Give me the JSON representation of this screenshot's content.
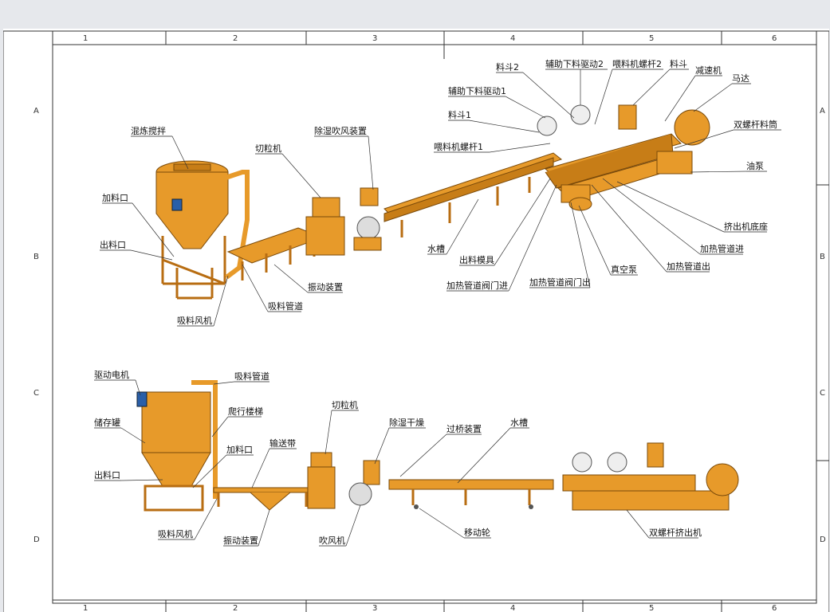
{
  "frame": {
    "col_labels": [
      "1",
      "2",
      "3",
      "4",
      "5",
      "6"
    ],
    "row_labels": [
      "A",
      "B",
      "C",
      "D"
    ]
  },
  "colors": {
    "machine": "#e79a2a",
    "machine_dark": "#b86d12",
    "frame": "#333333",
    "motor_blue": "#2a5fa8"
  },
  "top_labels": {
    "mixer": "混炼搅拌",
    "feed_inlet": "加料口",
    "outlet": "出料口",
    "suction_fan": "吸料风机",
    "suction_pipe": "吸料管道",
    "vibrating_device": "振动装置",
    "pelletizer": "切粒机",
    "dehumidify_blower": "除湿吹风装置",
    "water_tank": "水槽",
    "die": "出料模具",
    "heat_valve_in": "加热管道阀门进",
    "heat_valve_out": "加热管道阀门出",
    "vacuum_pump": "真空泵",
    "heat_pipe_out": "加热管道出",
    "heat_pipe_in": "加热管道进",
    "extruder_base": "挤出机底座",
    "oil_pump": "油泵",
    "barrel": "双螺杆料筒",
    "motor": "马达",
    "reducer": "减速机",
    "hopper": "料斗",
    "feed_screw2": "喂料机螺杆2",
    "aux_drive2": "辅助下料驱动2",
    "hopper2": "料斗2",
    "aux_drive1": "辅助下料驱动1",
    "hopper1": "料斗1",
    "feed_screw1": "喂料机螺杆1"
  },
  "bottom_labels": {
    "drive_motor": "驱动电机",
    "storage_tank": "储存罐",
    "outlet": "出料口",
    "suction_fan": "吸料风机",
    "suction_pipe": "吸料管道",
    "ladder": "爬行楼梯",
    "feed_inlet": "加料口",
    "conveyor": "输送带",
    "vibrating_device": "振动装置",
    "pelletizer": "切粒机",
    "blower": "吹风机",
    "dehumidify_dry": "除湿干燥",
    "filter_device": "过桥装置",
    "water_tank": "水槽",
    "moving_wheel": "移动轮",
    "twin_extruder": "双螺杆挤出机"
  }
}
